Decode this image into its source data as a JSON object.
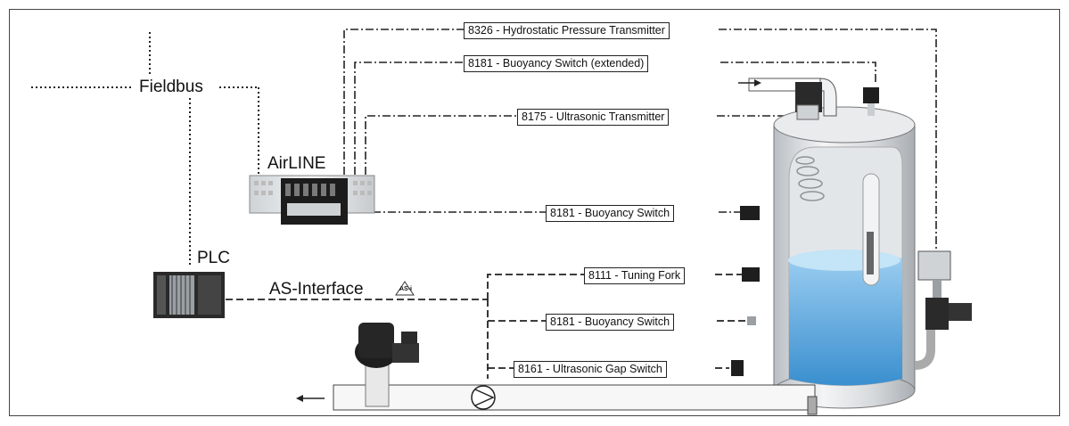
{
  "labels": {
    "fieldbus": "Fieldbus",
    "airline": "AirLINE",
    "plc": "PLC",
    "as_interface": "AS-Interface"
  },
  "as_logo_text": "AS-i",
  "devices": {
    "d8326": "8326 - Hydrostatic Pressure Transmitter",
    "d8181_ext": "8181 - Buoyancy Switch (extended)",
    "d8175": "8175 - Ultrasonic Transmitter",
    "d8181_a": "8181 - Buoyancy Switch",
    "d8111": "8111 - Tuning Fork",
    "d8181_b": "8181 - Buoyancy Switch",
    "d8161": "8161 - Ultrasonic Gap Switch"
  },
  "colors": {
    "line": "#222222",
    "tank_fill": "#e6e9ec",
    "liquid": "#5aa8dc",
    "device_dark": "#1e1e1e"
  }
}
